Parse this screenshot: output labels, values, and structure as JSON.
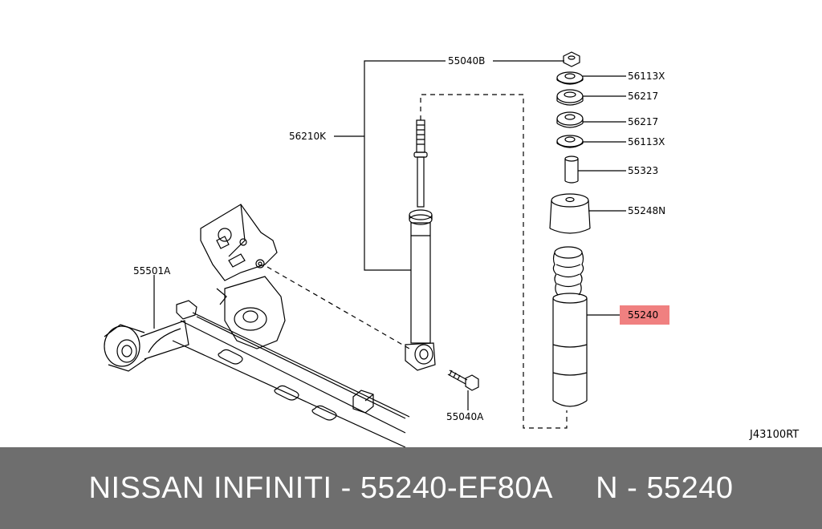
{
  "diagram": {
    "code": "J43100RT",
    "highlight_color": "#f08080",
    "labels": {
      "p55040B": "55040B",
      "p56113X_top": "56113X",
      "p56217_top": "56217",
      "p56217_bottom": "56217",
      "p56113X_bottom": "56113X",
      "p55323": "55323",
      "p55248N": "55248N",
      "p55240": "55240",
      "p56210K": "56210K",
      "p55501A": "55501A",
      "p55040A": "55040A"
    }
  },
  "footer": {
    "brand": "NISSAN INFINITI",
    "sep1": " - ",
    "part_number": "55240-EF80A",
    "gap": "     ",
    "n_prefix": "N",
    "sep2": " - ",
    "n_number": "55240"
  }
}
